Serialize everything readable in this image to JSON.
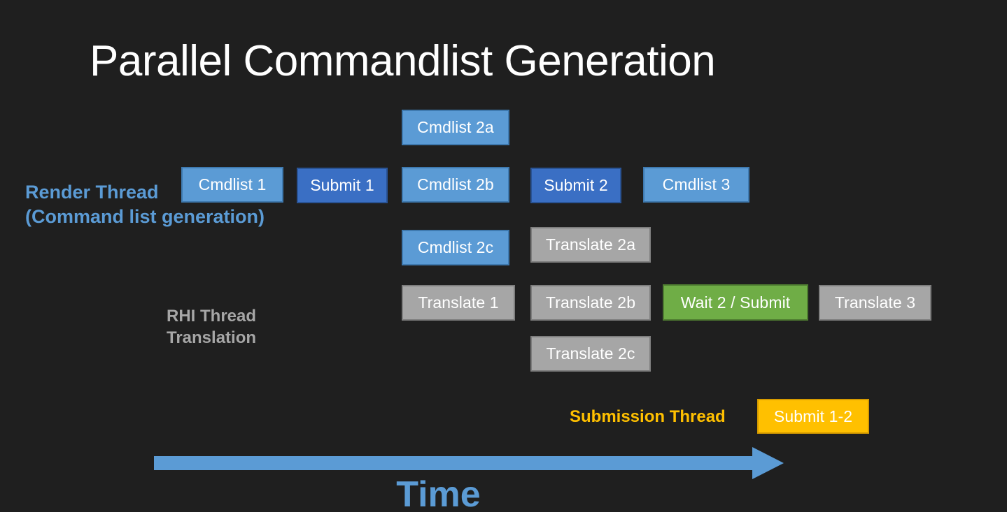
{
  "slide": {
    "title": "Parallel Commandlist Generation",
    "background_color": "#1f1f1f"
  },
  "colors": {
    "cmdlist_blue": "#5b9bd5",
    "submit_blue": "#3a6fc4",
    "translate_gray": "#a6a6a6",
    "wait_green": "#6fad46",
    "submit_amber": "#ffc000",
    "title_white": "#ffffff"
  },
  "lanes": {
    "render_thread": {
      "line1": "Render Thread",
      "line2": "(Command list generation)",
      "color": "#5b9bd5"
    },
    "rhi_thread": {
      "line1": "RHI Thread",
      "line2": "Translation",
      "color": "#a6a6a6"
    },
    "submission_thread": {
      "label": "Submission Thread",
      "color": "#ffc000"
    }
  },
  "tasks": [
    {
      "label": "Cmdlist 2a",
      "kind": "cmdlist"
    },
    {
      "label": "Cmdlist 1",
      "kind": "cmdlist"
    },
    {
      "label": "Submit 1",
      "kind": "submit"
    },
    {
      "label": "Cmdlist 2b",
      "kind": "cmdlist"
    },
    {
      "label": "Submit 2",
      "kind": "submit"
    },
    {
      "label": "Cmdlist 3",
      "kind": "cmdlist"
    },
    {
      "label": "Cmdlist 2c",
      "kind": "cmdlist"
    },
    {
      "label": "Translate 2a",
      "kind": "translate"
    },
    {
      "label": "Translate 1",
      "kind": "translate"
    },
    {
      "label": "Translate 2b",
      "kind": "translate"
    },
    {
      "label": "Wait 2 / Submit",
      "kind": "wait"
    },
    {
      "label": "Translate 3",
      "kind": "translate"
    },
    {
      "label": "Translate 2c",
      "kind": "translate"
    },
    {
      "label": "Submit 1-2",
      "kind": "final-submit"
    }
  ],
  "axis": {
    "time_label": "Time",
    "arrow_direction": "right",
    "arrow_color": "#5b9bd5"
  }
}
